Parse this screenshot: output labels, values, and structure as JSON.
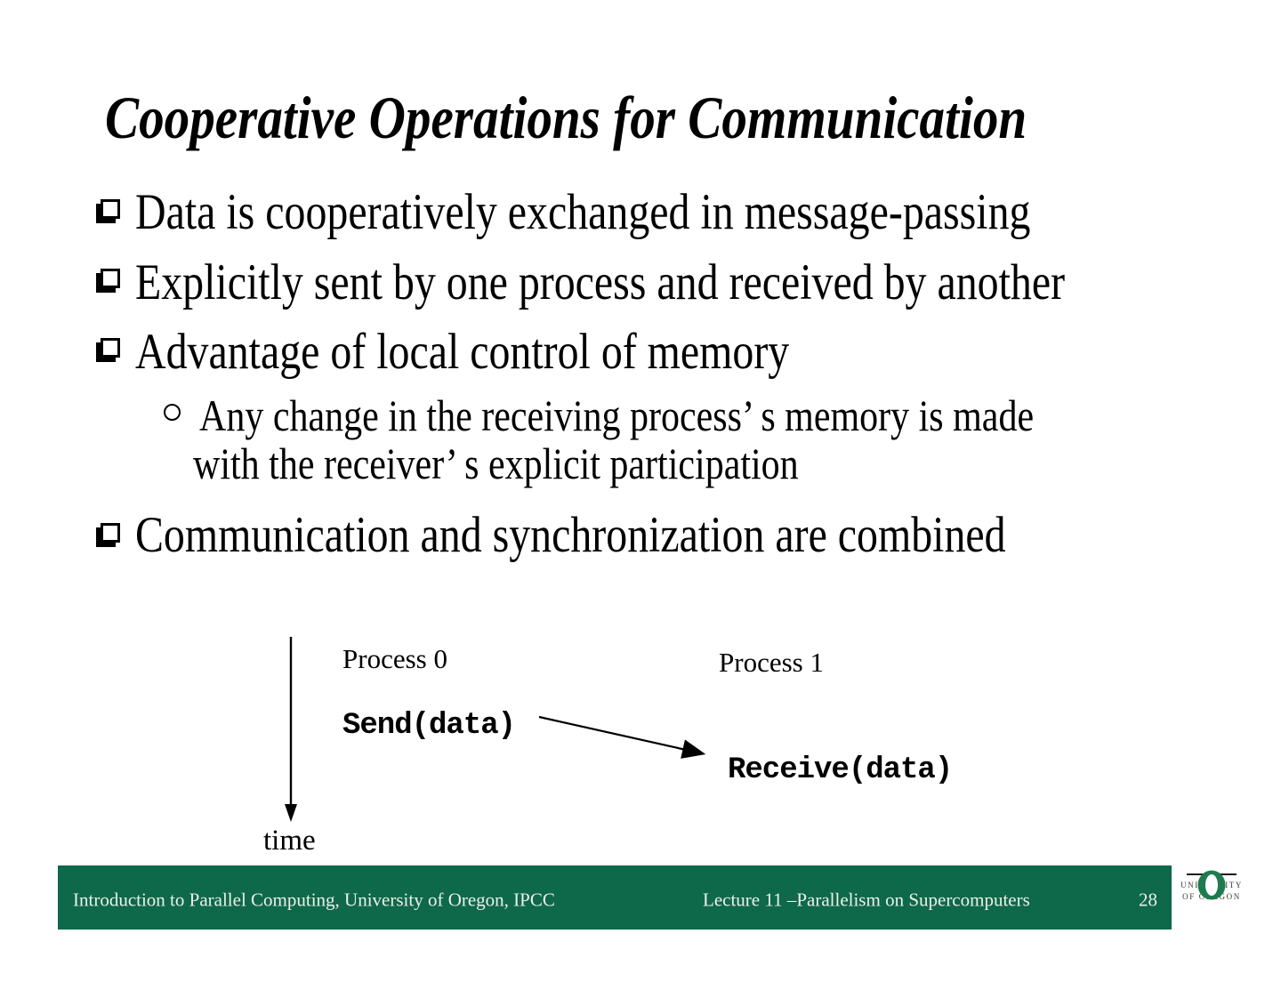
{
  "slide": {
    "title": "Cooperative Operations for Communication",
    "bullets": [
      "Data is cooperatively exchanged in message-passing",
      "Explicitly sent by one process and received by another",
      "Advantage of local control of memory",
      "Communication and synchronization are combined"
    ],
    "sub_bullet_lines": [
      "Any change in the receiving process’ s memory is made",
      "with the receiver’ s explicit participation"
    ]
  },
  "diagram": {
    "process0_label": "Process 0",
    "process1_label": "Process 1",
    "send_label": "Send(data)",
    "receive_label": "Receive(data)",
    "time_label": "time"
  },
  "footer": {
    "course": "Introduction to Parallel Computing, University of Oregon, IPCC",
    "lecture": "Lecture 11 –Parallelism on Supercomputers",
    "page_number": "28",
    "bar_color": "#0e684a",
    "text_color": "#eaf0ea"
  },
  "logo": {
    "letter_o": "O",
    "name_line1": "UNIVERSITY",
    "name_line2": "OF OREGON",
    "green": "#1e7b4f"
  }
}
